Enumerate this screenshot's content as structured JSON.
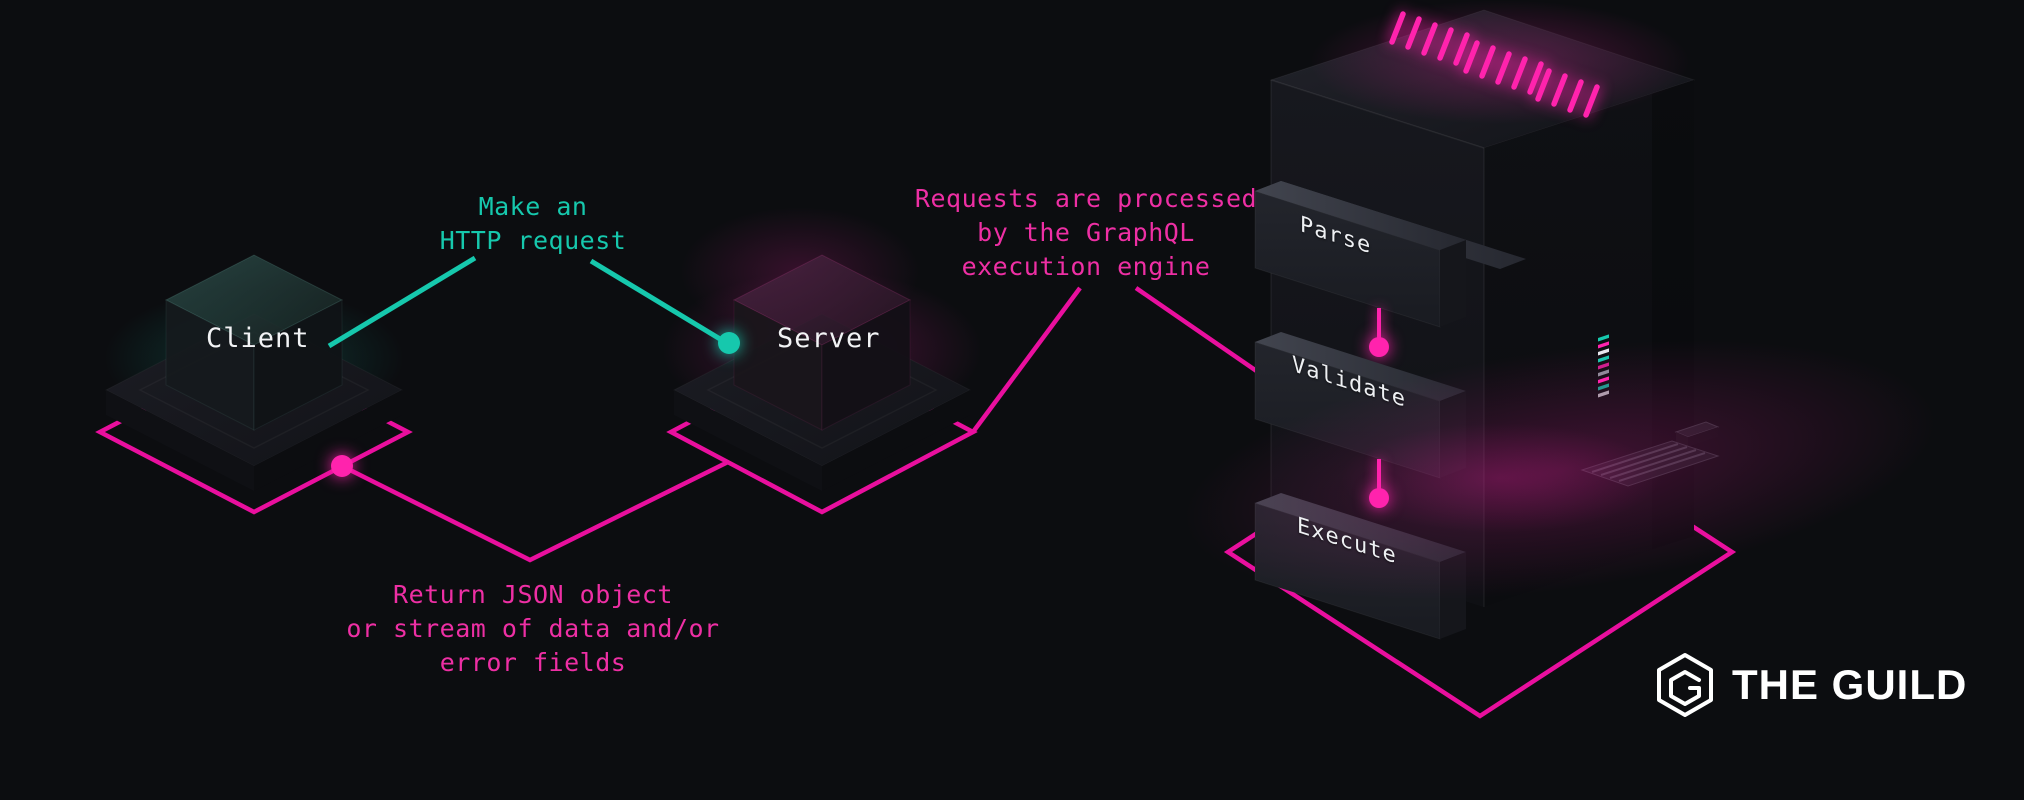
{
  "colors": {
    "background": "#0c0d10",
    "teal": "#16c8ad",
    "pink": "#e90f9e",
    "pink_bright": "#ff23ad",
    "pink_text": "#ee2fa4",
    "text_white": "#f2f3f5"
  },
  "diagram": {
    "client": {
      "label": "Client"
    },
    "server": {
      "label": "Server"
    },
    "request_annotation": {
      "line1": "Make an",
      "line2": "HTTP request"
    },
    "response_annotation": {
      "line1": "Return JSON object",
      "line2": "or stream of data and/or",
      "line3": "error fields"
    },
    "engine_annotation": {
      "line1": "Requests are processed",
      "line2": "by the GraphQL",
      "line3": "execution engine"
    },
    "engine_steps": [
      {
        "label": "Parse"
      },
      {
        "label": "Validate"
      },
      {
        "label": "Execute"
      }
    ]
  },
  "branding": {
    "logo_text": "THE GUILD",
    "logo_icon": "hexagon-g-icon"
  }
}
